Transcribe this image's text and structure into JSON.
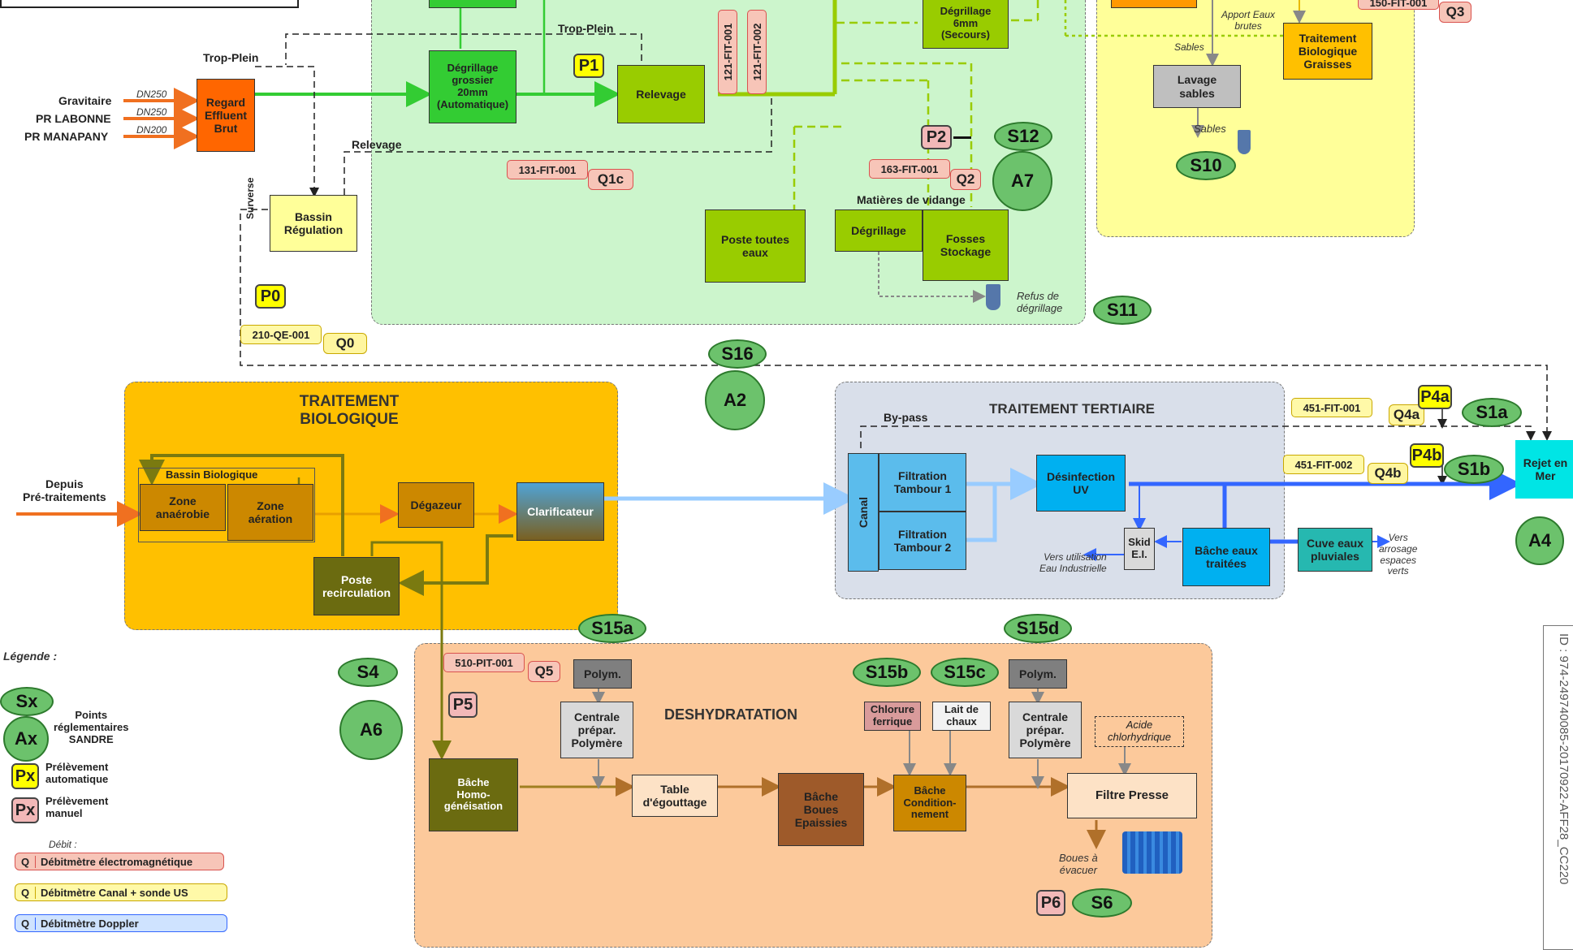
{
  "zones": {
    "pretreatment": "",
    "biologique": "TRAITEMENT\nBIOLOGIQUE",
    "tertiaire": "TRAITEMENT TERTIAIRE",
    "deshydratation": "DESHYDRATATION"
  },
  "inflows": {
    "gravitaire": "Gravitaire",
    "pr_labonne": "PR LABONNE",
    "pr_manapany": "PR MANAPANY",
    "dn1": "DN250",
    "dn2": "DN250",
    "dn3": "DN200",
    "trop_plein_1": "Trop-Plein",
    "trop_plein_2": "Trop-Plein",
    "relevage_lbl": "Relevage",
    "surverse": "Surverse",
    "matieres_vidange": "Matières de vidange",
    "refus": "Refus de\ndégrillage",
    "apport": "Apport Eaux\nbrutes",
    "sables_1": "Sables",
    "sables_2": "Sables",
    "depuis": "Depuis\nPré-traitements",
    "bypass": "By-pass",
    "vers_utilisation": "Vers utilisation\nEau Industrielle",
    "vers_arrosage": "Vers\narrosage\nespaces\nverts",
    "boues": "Boues à\névacuer"
  },
  "boxes": {
    "regard": "Regard\nEffluent\nBrut",
    "bassin_regulation": "Bassin\nRégulation",
    "degrillage_grossier": "Dégrillage\ngrossier\n20mm\n(Automatique)",
    "relevage": "Relevage",
    "degrillage_6mm": "Dégrillage\n6mm\n(Secours)",
    "poste_toutes_eaux": "Poste toutes\neaux",
    "degrillage": "Dégrillage",
    "fosses_stockage": "Fosses\nStockage",
    "lavage_sables": "Lavage\nsables",
    "traitement_graisses": "Traitement\nBiologique\nGraisses",
    "bassin_biologique": "Bassin Biologique",
    "zone_anaerobie": "Zone\nanaérobie",
    "zone_aeration": "Zone\naération",
    "degazeur": "Dégazeur",
    "clarificateur": "Clarificateur",
    "poste_recirculation": "Poste\nrecirculation",
    "canal": "Canal",
    "filtration_1": "Filtration\nTambour 1",
    "filtration_2": "Filtration\nTambour 2",
    "desinfection": "Désinfection\nUV",
    "skid": "Skid\nE.I.",
    "bache_traitees": "Bâche eaux\ntraitées",
    "cuve_pluviales": "Cuve eaux\npluviales",
    "rejet_mer": "Rejet en\nMer",
    "polym_1": "Polym.",
    "polym_2": "Polym.",
    "centrale_1": "Centrale\nprépar.\nPolymère",
    "centrale_2": "Centrale\nprépar.\nPolymère",
    "chlorure": "Chlorure\nferrique",
    "lait_chaux": "Lait de\nchaux",
    "acide": "Acide\nchlorhydrique",
    "bache_homo": "Bâche\nHomo-\ngénéisation",
    "table_egouttage": "Table\nd'égouttage",
    "bache_boues": "Bâche\nBoues\nEpaissies",
    "bache_cond": "Bâche\nCondition-\nnement",
    "filtre_presse": "Filtre Presse"
  },
  "instruments": {
    "fit_121_001": "121-FIT-001",
    "fit_121_002": "121-FIT-002",
    "fit_131_001": "131-FIT-001",
    "fit_163_001": "163-FIT-001",
    "fit_150_001": "150-FIT-001",
    "qe_210_001": "210-QE-001",
    "fit_451_001": "451-FIT-001",
    "fit_451_002": "451-FIT-002",
    "pit_510_001": "510-PIT-001"
  },
  "points": {
    "Q0": "Q0",
    "Q1c": "Q1c",
    "Q2": "Q2",
    "Q3": "Q3",
    "Q4a": "Q4a",
    "Q4b": "Q4b",
    "Q5": "Q5",
    "P0": "P0",
    "P1": "P1",
    "P2": "P2",
    "P4a": "P4a",
    "P4b": "P4b",
    "P5": "P5",
    "P6": "P6",
    "S1a": "S1a",
    "S1b": "S1b",
    "S4": "S4",
    "S6": "S6",
    "S10": "S10",
    "S11": "S11",
    "S12": "S12",
    "S15a": "S15a",
    "S15b": "S15b",
    "S15c": "S15c",
    "S15d": "S15d",
    "S16": "S16",
    "A2": "A2",
    "A4": "A4",
    "A6": "A6",
    "A7": "A7"
  },
  "legend": {
    "title": "Légende :",
    "sx": "Sx",
    "ax": "Ax",
    "sandre": "Points\nréglementaires\nSANDRE",
    "px": "Px",
    "auto": "Prélèvement\nautomatique",
    "manual": "Prélèvement\nmanuel",
    "debit": "Débit :",
    "q": "Q",
    "electro": "Débitmètre électromagnétique",
    "canal_us": "Débitmètre Canal + sonde US",
    "doppler": "Débitmètre Doppler"
  },
  "side_id": "ID : 974-249740085-20170922-AFF28_CC220",
  "colors": {
    "green_zone": "#ccf5cc",
    "yellow_zone": "#ffff99",
    "bio_zone": "#ffc000",
    "tert_zone": "#d9dfea",
    "desh_zone": "#fcc99b",
    "orange_line": "#f07020",
    "green_line": "#33cc33",
    "olive_line": "#99cc00",
    "blue_line": "#3366ff",
    "light_blue_line": "#99ccff",
    "brown_line": "#b0702a"
  }
}
